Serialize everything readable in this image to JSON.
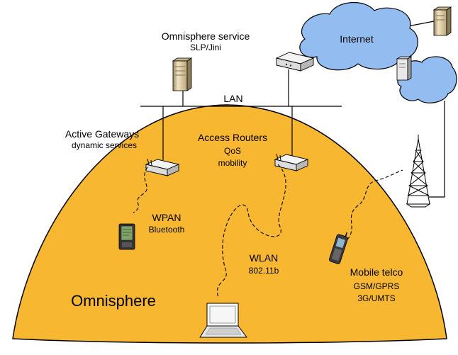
{
  "labels": {
    "omnisphere_service": "Omnisphere service",
    "slp_jini": "SLP/Jini",
    "lan": "LAN",
    "internet": "Internet",
    "active_gateways": "Active Gateways",
    "dynamic_services": "dynamic services",
    "access_routers": "Access Routers",
    "qos": "QoS",
    "mobility": "mobility",
    "wpan": "WPAN",
    "bluetooth": "Bluetooth",
    "wlan": "WLAN",
    "wlan_std": "802.11b",
    "mobile_telco": "Mobile telco",
    "gsm_gprs": "GSM/GPRS",
    "umts": "3G/UMTS",
    "omnisphere": "Omnisphere"
  },
  "colors": {
    "sphere_fill": "#F7B731",
    "cloud_fill": "#93BDF0",
    "server_fill": "#E2CFA4",
    "lines": "#000000"
  },
  "icons": [
    "server-icon",
    "router-icon",
    "cloud-icon",
    "pda-icon",
    "laptop-icon",
    "mobile-phone-icon",
    "cell-tower-icon"
  ]
}
